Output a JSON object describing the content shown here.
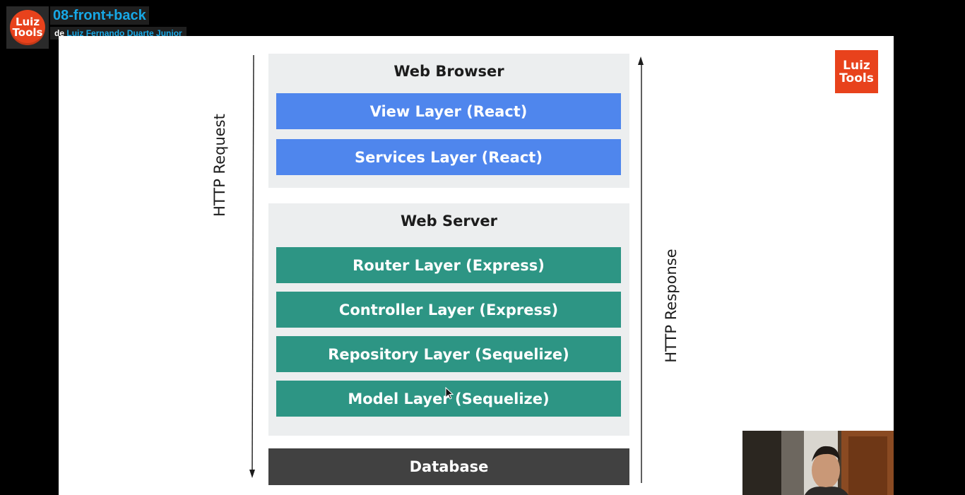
{
  "channel": {
    "logo_line1": "Luiz",
    "logo_line2": "Tools",
    "video_title": "08-front+back",
    "byline_prefix": "de",
    "author": "Luiz Fernando Duarte Junior"
  },
  "slide": {
    "corner_logo_line1": "Luiz",
    "corner_logo_line2": "Tools",
    "left_arrow_label": "HTTP Request",
    "right_arrow_label": "HTTP Response",
    "browser": {
      "title": "Web Browser",
      "layers": [
        "View Layer (React)",
        "Services Layer (React)"
      ]
    },
    "server": {
      "title": "Web Server",
      "layers": [
        "Router Layer (Express)",
        "Controller Layer (Express)",
        "Repository Layer (Sequelize)",
        "Model Layer (Sequelize)"
      ]
    },
    "database": "Database"
  },
  "colors": {
    "brand_orange": "#e8421c",
    "title_blue": "#17a8e6",
    "browser_layer": "#4f86ed",
    "server_layer": "#2d9584",
    "database": "#414141",
    "panel_bg": "#eceeef"
  }
}
